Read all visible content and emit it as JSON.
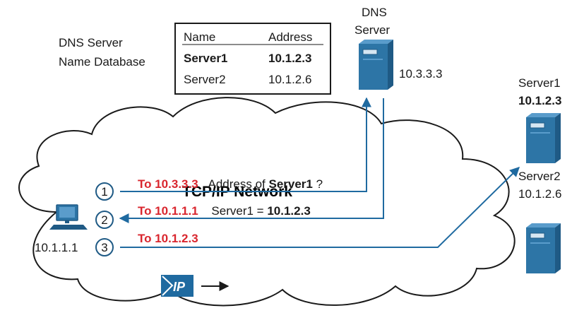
{
  "colors": {
    "accent_red": "#d9262e",
    "arrow_blue": "#1f6aa0",
    "server_blue": "#2d75a6",
    "server_dark": "#1f5a85",
    "text": "#1a1a1a"
  },
  "dns_database": {
    "caption_line1": "DNS Server",
    "caption_line2": "Name Database",
    "header": {
      "name": "Name",
      "address": "Address"
    },
    "rows": [
      {
        "name": "Server1",
        "address": "10.1.2.3",
        "bold": true
      },
      {
        "name": "Server2",
        "address": "10.1.2.6",
        "bold": false
      }
    ]
  },
  "dns_server": {
    "label_line1": "DNS",
    "label_line2": "Server",
    "ip": "10.3.3.3",
    "icon": "server-tower-icon"
  },
  "server1": {
    "name": "Server1",
    "ip": "10.1.2.3",
    "icon": "server-tower-icon"
  },
  "server2": {
    "name": "Server2",
    "ip": "10.1.2.6",
    "icon": "server-tower-icon"
  },
  "network": {
    "title": "TCP/IP Network"
  },
  "client": {
    "ip": "10.1.1.1",
    "icon": "pc-workstation-icon"
  },
  "steps": [
    {
      "number": "1",
      "dest": "To 10.3.3.3",
      "msg_plain": "Address of ",
      "msg_bold": "Server1",
      "msg_tail": "?"
    },
    {
      "number": "2",
      "dest": "To 10.1.1.1",
      "msg_plain": "Server1 = ",
      "msg_bold": "10.1.2.3",
      "msg_tail": ""
    },
    {
      "number": "3",
      "dest": "To 10.1.2.3",
      "msg_plain": "",
      "msg_bold": "",
      "msg_tail": ""
    }
  ],
  "ip_packet": {
    "label": "IP",
    "icon": "ip-packet-icon"
  }
}
